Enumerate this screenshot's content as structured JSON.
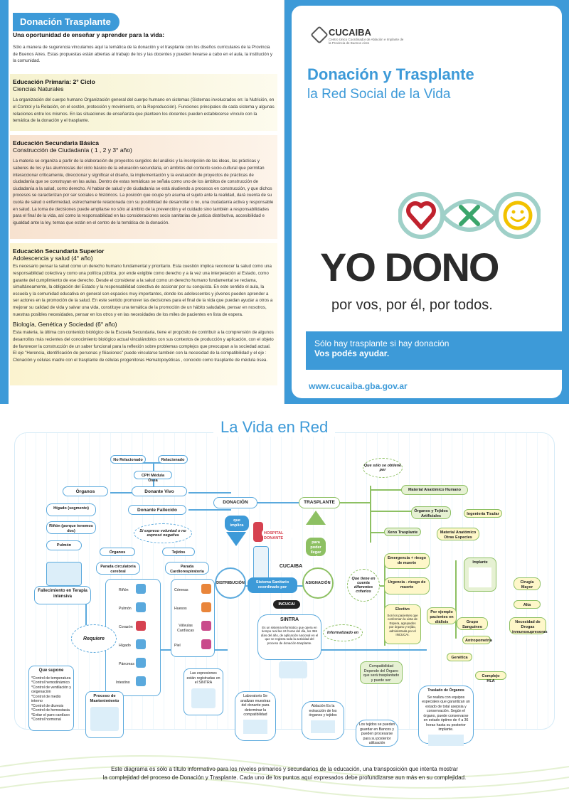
{
  "left": {
    "tag": "Donación Trasplante",
    "intro_title": "Una oportunidad de enseñar y aprender para la vida:",
    "intro_text": "Sólo a manera de sugerencia vinculamos aquí la temática de la donación y el trasplante con los diseños curriculares de la Provincia de Buenos Aires. Estas propuestas están abiertas al trabajo de los y las docentes y pueden llevarse a cabo en el aula, la institución y la comunidad.",
    "primaria_title": "Educación Primaria: 2° Ciclo",
    "primaria_sub": "Ciencias Naturales",
    "primaria_text": "La organización del cuerpo humano Organización general del cuerpo humano en sistemas (Sistemas involucrados en: la Nutrición, en el Control y la Relación, en el sostén, protección y movimiento, en la Reproducción). Funciones principales de cada sistema y algunas relaciones entre los mismos. En las situaciones de enseñanza que planteen los docentes pueden establecerse vínculo con la temática de la donación y el trasplante.",
    "basica_title": "Educación Secundaria Básica",
    "basica_sub": "Construcción de Ciudadanía ( 1 , 2 y 3° año)",
    "basica_text": "La materia se organiza a partir de la elaboración de proyectos surgidos del análisis y la inscripción de las ideas, las prácticas y saberes de los y las alumnos/as del ciclo básico de la educación secundaria, en ámbitos del contexto socio-cultural que permitan interaccionar críticamente, direccionar y significar el diseño, la implementación y la evaluación de proyectos de prácticas de ciudadanía que se construyan en las aulas. Dentro de estas temáticas se señala como uno de los ámbitos de construcción de ciudadanía a la salud, como derecho. Al hablar de salud y de ciudadanía se está aludiendo a procesos en construcción, y que dichos procesos se caracterizan por ser sociales e históricos. La posición que ocupe y/o asuma el sujeto ante la realidad, dará cuenta de su cuota de salud o enfermedad, estrechamente relacionada con su posibilidad de desarrollar o no, una ciudadanía activa y responsable en salud. La toma de decisiones puede ampliarse no sólo al ámbito de la prevención y el cuidado sino también a responsabilidades para el final de la vida, así como la responsabilidad en las consideraciones socio sanitarias de justicia distributiva, accesibilidad e igualdad ante la ley, temas que están en el centro de la temática de la donación.",
    "superior_title": "Educación Secundaria Superior",
    "superior_sub": "Adolescencia y salud (4° año)",
    "superior_text": "Es necesario pensar la salud como un derecho humano fundamental y prioritario. Esta cuestión implica reconocer la salud como una responsabilidad colectiva y como una política pública, por ende exigible como derecho y a la vez una interpelación al Estado, como garante del cumplimiento de ese derecho. Desde el considerar a la salud como un derecho humano fundamental se reclama, simultáneamente, la obligación del Estado y la responsabilidad colectiva de accionar por su conquista. En este sentido el aula, la escuela y la comunidad educativa en general son espacios muy importantes, donde los adolescentes y jóvenes pueden aprender a ser actores en la promoción de la salud. En este sentido promover las decisiones para el final de la vida que puedan ayudar a otros a mejorar su calidad de vida y salvar una vida, constituye una temática de la promoción de un hábito saludable, pensar en nosotros, nuestras posibles necesidades, pensar en los otros y en las necesidades de los miles de pacientes en lista de espera.",
    "bio_title": "Biología, Genética y Sociedad (6° año)",
    "bio_text": "Esta materia, la última con contenido biológico de la Escuela Secundaria, tiene el propósito de contribuir a la comprensión de algunos desarrollos más recientes del conocimiento biológico actual vinculándolos con sus contextos de producción y aplicación, con el objeto de favorecer la construcción de un saber funcional para la reflexión sobre problemas complejos que preocupan a la sociedad actual. El eje \"Herencia, identificación de personas y filiaciones\" puede vincularse también con la necesidad de la compatibilidad y el eje : Clonación y células madre con el trasplante de células progenitoras Hematopoyéticas , conocido como trasplante de médula ósea."
  },
  "right": {
    "logo_name": "CUCAIBA",
    "logo_sub": "Centro Único Coordinador de Ablación e Implante de la Provincia de Buenos Aires",
    "title1": "Donación y Trasplante",
    "title2": "la Red Social de la Vida",
    "brand": "YO DONO",
    "slogan": "por vos, por él, por todos.",
    "cta1": "Sólo hay trasplante si hay donación",
    "cta2": "Vos podés ayudar.",
    "url": "www.cucaiba.gba.gov.ar",
    "colors": {
      "accent": "#3d9ad8",
      "green": "#8dc063",
      "heart": "#c0222e",
      "smile": "#f2c200"
    }
  },
  "diagram": {
    "title": "La Vida en Red",
    "nodes": {
      "no_rel": "No Relacionado",
      "rel": "Relacionado",
      "cph": "CPH Médula Ósea",
      "donante_vivo": "Donante Vivo",
      "organos": "Órganos",
      "higado": "Hígado (segmento)",
      "rinon": "Riñón (porque tenemos dos)",
      "pulmon": "Pulmón",
      "donante_fallecido": "Donante Fallecido",
      "donacion": "DONACIÓN",
      "trasplante": "TRASPLANTE",
      "que_solo": "Que sólo se obtiene por",
      "material": "Material Anatómico Humano",
      "org_tejidos": "Órganos y Tejidos Artificiales",
      "ing_tisular": "Ingeniería Tisular",
      "xeno": "Xeno Trasplante",
      "mat_otras": "Material Anatómico Otras Especies",
      "si_expreso": "Si expreso voluntad o no expresó negativa",
      "organos2": "Órganos",
      "tejidos": "Tejidos",
      "parada_circ": "Parada circulatoria cerebral",
      "parada_cardio": "Parada Cardiorespiratoria",
      "rinon2": "Riñón",
      "pulmon2": "Pulmón",
      "corazon": "Corazón",
      "higado2": "Hígado",
      "pancreas": "Páncreas",
      "intestino": "Intestino",
      "corneas": "Córneas",
      "huesos": "Huesos",
      "valvulas": "Válvulas Cardíacas",
      "piel": "Piel",
      "fallecimiento": "Fallecimiento en Terapia intensiva",
      "requiere": "Requiere",
      "que_supone": "Que supone",
      "supone_list": [
        "*Control de temperatura",
        "*Control hemodinámico",
        "*Control de ventilación y oxigenación",
        "*Control de medio interno",
        "*Control de diuresis",
        "*Control de hemostasia",
        "*Evitar el paro cardíaco",
        "*Control hormonal"
      ],
      "proceso": "Proceso de Mantenimiento",
      "que_implica": "que implica",
      "hospital": "HOSPITAL DONANTE",
      "distribucion": "DISTRIBUCIÓN",
      "sistema": "Sistema Sanitario coordinado por",
      "cucaiba": "CUCAIBA",
      "incucai": "INCUCAI",
      "asignacion": "ASIGNACIÓN",
      "para_poder": "para poder llegar al",
      "sintra": "SINTRA",
      "sintra_text": "Es un sistema informático que opera en tiempo real las 24 horas del día, los 365 días del año, de aplicación nacional en el que se registra toda la actividad del proceso de donación-trasplante.",
      "informatizado": "Informatizado en",
      "expresiones": "Las expresiones están registradas en el SINTRA",
      "laboratorio": "Laboratorio Se analizan muestras del donante para determinar la compatibilidad",
      "ablacion": "Ablación Es la extracción de los órganos y tejidos",
      "los_tejidos": "Los tejidos se pueden guardar en Bancos y pueden procesarse para su posterior utilización",
      "traslado": "Traslado de Órganos",
      "traslado_text": "Se realiza con equipos especiales que garantizan un estado de total asepsia y conservación. Según el órgano, puede conservarse en estado óptimo de 4 a 36 horas hasta su posterior implante.",
      "que_tiene": "Que tiene en cuenta diferentes criterios",
      "emergencia": "Emergencia + riesgo de muerte",
      "urgencia": "Urgencia - riesgo de muerte",
      "electivo": "Electivo",
      "electivo_text": "Son los pacientes que conforman la Lista de Espera, agrupados por órgano y tejido, administrada por el INCUCAI.",
      "por_ejemplo": "Por ejemplo pacientes en diálisis",
      "implante": "Implante",
      "cirugia": "Cirugía Mayor",
      "alta": "Alta",
      "necesidad": "Necesidad de Drogas inmunosupresoras",
      "grupo": "Grupo Sanguíneo",
      "antropometria": "Antropometría",
      "genetica": "Genética",
      "complejo": "Complejo HLA",
      "compatibilidad": "Compatibilidad Depende del Órgano que será trasplantado y puede ser:"
    },
    "footer1": "Este diagrama es sólo a título informativo para los niveles primarios y secundarios de la educación, una transposición que intenta mostrar",
    "footer2": "la complejidad del proceso de Donación y Trasplante. Cada uno de los puntos aquí expresados debe profundizarse aun más en su complejidad."
  }
}
